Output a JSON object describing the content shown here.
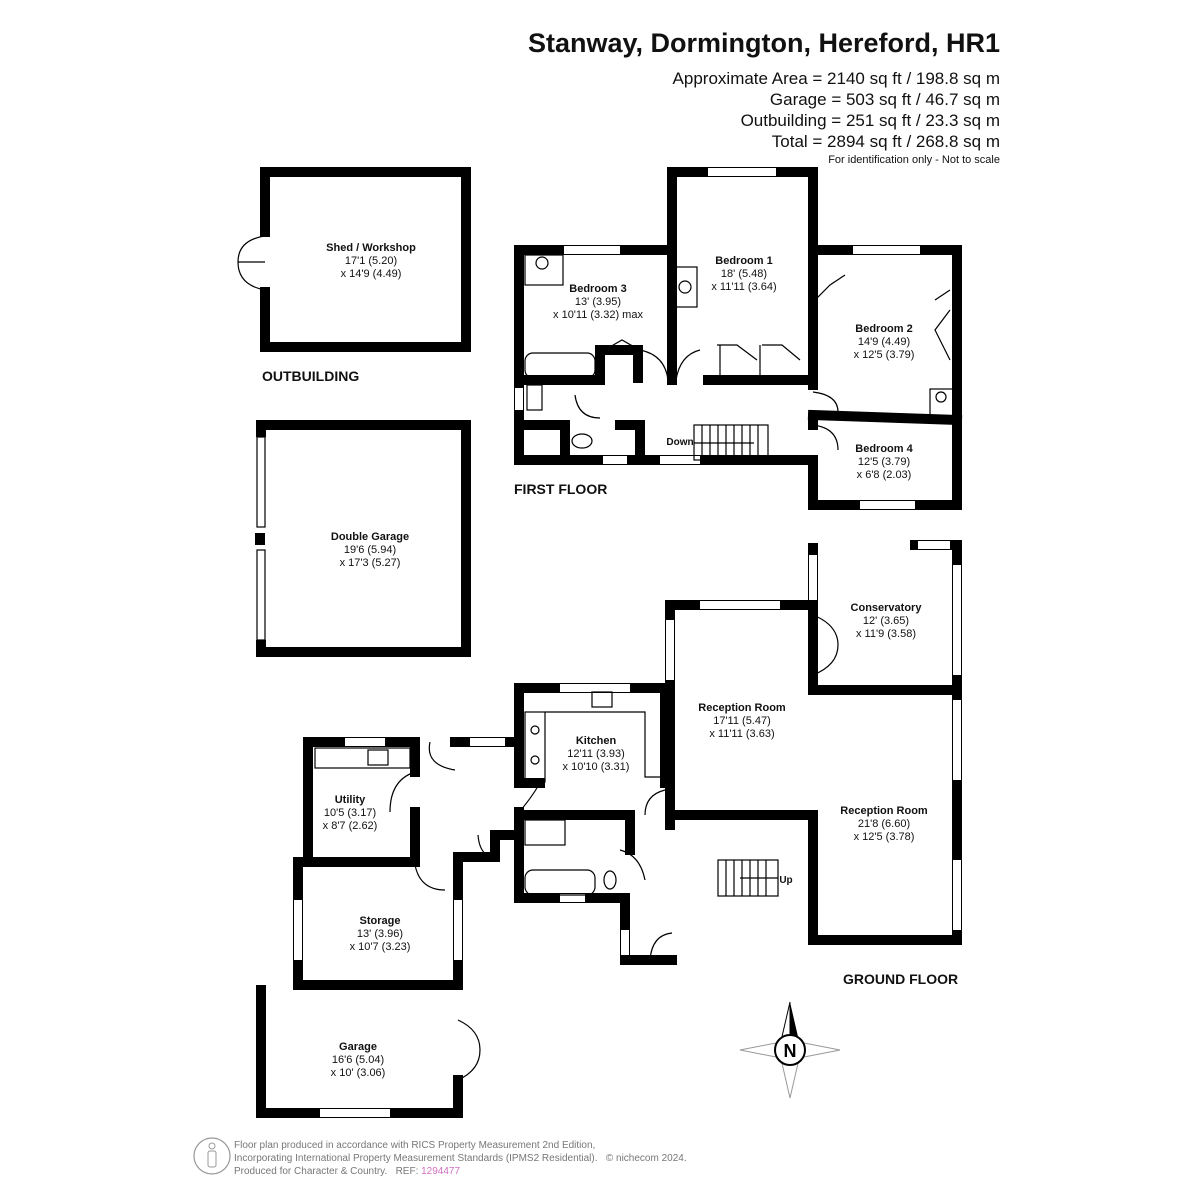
{
  "header": {
    "title": "Stanway, Dormington, Hereford, HR1",
    "areas": [
      "Approximate Area = 2140 sq ft / 198.8 sq m",
      "Garage = 503 sq ft / 46.7 sq m",
      "Outbuilding = 251 sq ft / 23.3 sq m",
      "Total = 2894 sq ft / 268.8 sq m"
    ],
    "note": "For identification only - Not to scale"
  },
  "sections": {
    "outbuilding": "OUTBUILDING",
    "first_floor": "FIRST FLOOR",
    "ground_floor": "GROUND FLOOR"
  },
  "rooms": {
    "shed": {
      "name": "Shed / Workshop",
      "d1": "17'1 (5.20)",
      "d2": "x 14'9 (4.49)"
    },
    "double_garage": {
      "name": "Double Garage",
      "d1": "19'6 (5.94)",
      "d2": "x 17'3 (5.27)"
    },
    "bedroom3": {
      "name": "Bedroom 3",
      "d1": "13' (3.95)",
      "d2": "x 10'11 (3.32) max"
    },
    "bedroom1": {
      "name": "Bedroom 1",
      "d1": "18' (5.48)",
      "d2": "x 11'11 (3.64)"
    },
    "bedroom2": {
      "name": "Bedroom 2",
      "d1": "14'9 (4.49)",
      "d2": "x 12'5 (3.79)"
    },
    "bedroom4": {
      "name": "Bedroom 4",
      "d1": "12'5 (3.79)",
      "d2": "x 6'8 (2.03)"
    },
    "conservatory": {
      "name": "Conservatory",
      "d1": "12' (3.65)",
      "d2": "x 11'9 (3.58)"
    },
    "reception1": {
      "name": "Reception Room",
      "d1": "17'11 (5.47)",
      "d2": "x 11'11 (3.63)"
    },
    "kitchen": {
      "name": "Kitchen",
      "d1": "12'11 (3.93)",
      "d2": "x 10'10 (3.31)"
    },
    "reception2": {
      "name": "Reception Room",
      "d1": "21'8 (6.60)",
      "d2": "x 12'5 (3.78)"
    },
    "utility": {
      "name": "Utility",
      "d1": "10'5 (3.17)",
      "d2": "x 8'7 (2.62)"
    },
    "storage": {
      "name": "Storage",
      "d1": "13' (3.96)",
      "d2": "x 10'7 (3.23)"
    },
    "garage": {
      "name": "Garage",
      "d1": "16'6 (5.04)",
      "d2": "x 10' (3.06)"
    }
  },
  "stairs": {
    "down": "Down",
    "up": "Up"
  },
  "compass": {
    "label": "N"
  },
  "footer": {
    "line1": "Floor plan produced in accordance with RICS Property Measurement 2nd Edition,",
    "line2": "Incorporating International Property Measurement Standards (IPMS2 Residential).",
    "copyright": "© nichecom 2024.",
    "line3": "Produced for Character & Country.",
    "ref_label": "REF:",
    "ref": "1294477"
  },
  "colors": {
    "walls": "#000000",
    "ref": "#d26fc2"
  }
}
